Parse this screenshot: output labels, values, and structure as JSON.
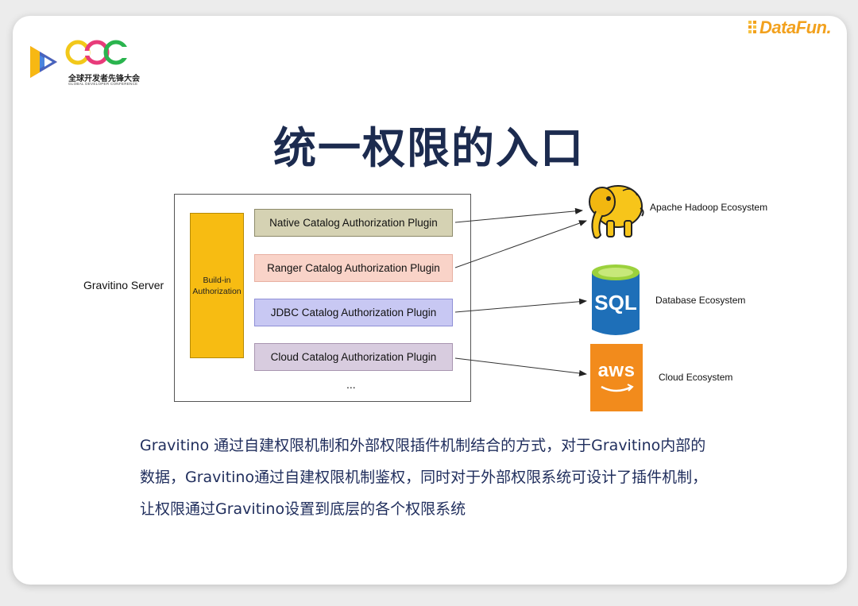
{
  "branding": {
    "gdc_cn": "全球开发者先锋大会",
    "gdc_en": "GLOBAL DEVELOPER CONFERENCE",
    "gdc_mark": "GDC",
    "datafun": "DataFun."
  },
  "title": "统一权限的入口",
  "diagram": {
    "server_label": "Gravitino Server",
    "builtin": "Build-in\nAuthorization",
    "plugins": [
      {
        "label": "Native Catalog Authorization Plugin"
      },
      {
        "label": "Ranger Catalog Authorization Plugin"
      },
      {
        "label": "JDBC Catalog Authorization Plugin"
      },
      {
        "label": "Cloud Catalog Authorization Plugin"
      }
    ],
    "ellipsis": "...",
    "ecosystems": {
      "hadoop": "Apache Hadoop Ecosystem",
      "database": "Database Ecosystem",
      "cloud": "Cloud Ecosystem"
    },
    "sql_icon_text": "SQL",
    "aws_icon_text": "aws"
  },
  "description": [
    "Gravitino 通过自建权限机制和外部权限插件机制结合的方式，对于Gravitino内部的",
    "数据，Gravitino通过自建权限机制鉴权，同时对于外部权限系统可设计了插件机制，",
    "让权限通过Gravitino设置到底层的各个权限系统"
  ],
  "colors": {
    "title": "#1c2b4f",
    "builtin": "#f7bc12",
    "native": "#d5d2b3",
    "ranger": "#f9d3c8",
    "jdbc": "#c8c8f3",
    "cloud": "#d8ccdf",
    "sql": "#1e6fb8",
    "aws": "#f28b1c",
    "datafun": "#f2a11e"
  }
}
